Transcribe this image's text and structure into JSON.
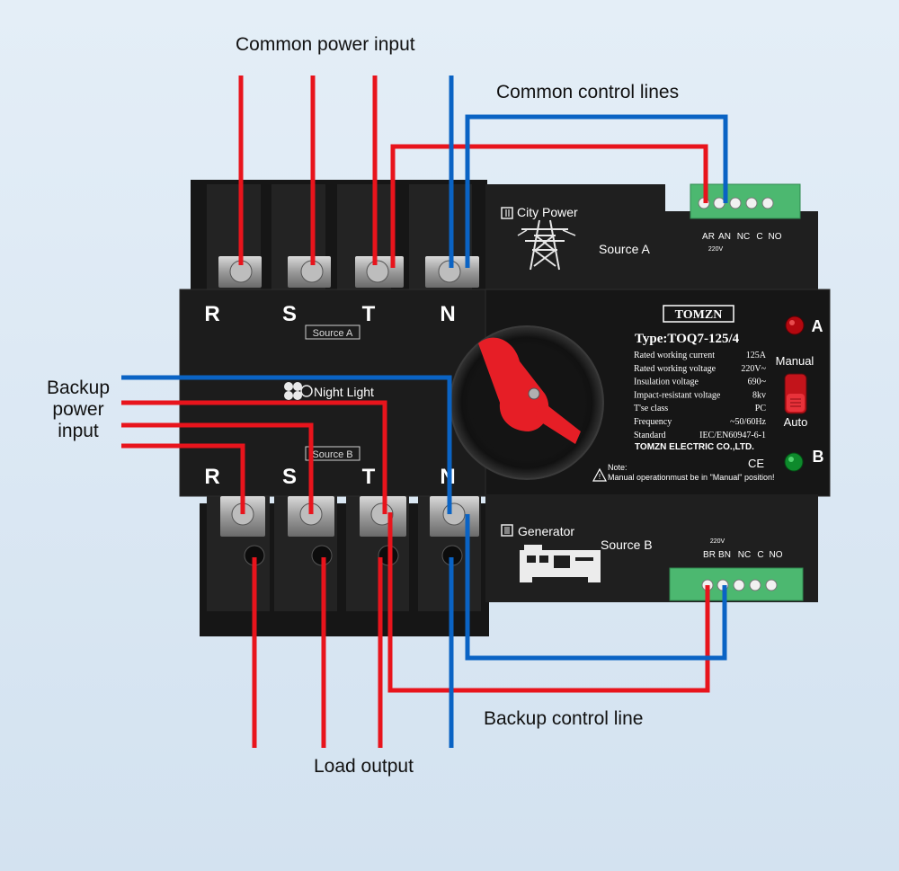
{
  "labels": {
    "common_power_input": "Common power input",
    "common_control_lines": "Common control lines",
    "backup_power_input": [
      "Backup",
      "power",
      "input"
    ],
    "backup_control_line": "Backup control line",
    "load_output": "Load output"
  },
  "device": {
    "terminals_top": [
      "R",
      "S",
      "T",
      "N"
    ],
    "terminals_bottom": [
      "R",
      "S",
      "T",
      "N"
    ],
    "source_a_tag": "Source A",
    "source_b_tag": "Source B",
    "night_light": "Night Light",
    "city_power": "City Power",
    "generator": "Generator",
    "source_a_label": "Source A",
    "source_b_label": "Source B",
    "brand": "TOMZN",
    "type": "Type:TOQ7-125/4",
    "specs": [
      {
        "name": "Rated working current",
        "value": "125A"
      },
      {
        "name": "Rated working voltage",
        "value": "220V~"
      },
      {
        "name": "Insulation voltage",
        "value": "690~"
      },
      {
        "name": "Impact-resistant voltage",
        "value": "8kv"
      },
      {
        "name": "T'se class",
        "value": "PC"
      },
      {
        "name": "Frequency",
        "value": "~50/60Hz"
      },
      {
        "name": "Standard",
        "value": "IEC/EN60947-6-1"
      }
    ],
    "company": "TOMZN ELECTRIC CO.,LTD.",
    "ce": "CE",
    "note_title": "Note:",
    "note_text": "Manual operationmust be in \"Manual\" position!",
    "indicator_a": "A",
    "indicator_b": "B",
    "manual": "Manual",
    "auto": "Auto",
    "control_top_terms": [
      "AR",
      "AN",
      "NC",
      "C",
      "NO"
    ],
    "control_top_voltage": "220V",
    "control_bottom_terms": [
      "BR",
      "BN",
      "NC",
      "C",
      "NO"
    ],
    "control_bottom_voltage": "220V"
  },
  "colors": {
    "red_wire": "#e8141c",
    "blue_wire": "#0a63c4",
    "body": "#1e1e1e",
    "terminal_green": "#4cb870",
    "switch_red": "#e61e26"
  }
}
